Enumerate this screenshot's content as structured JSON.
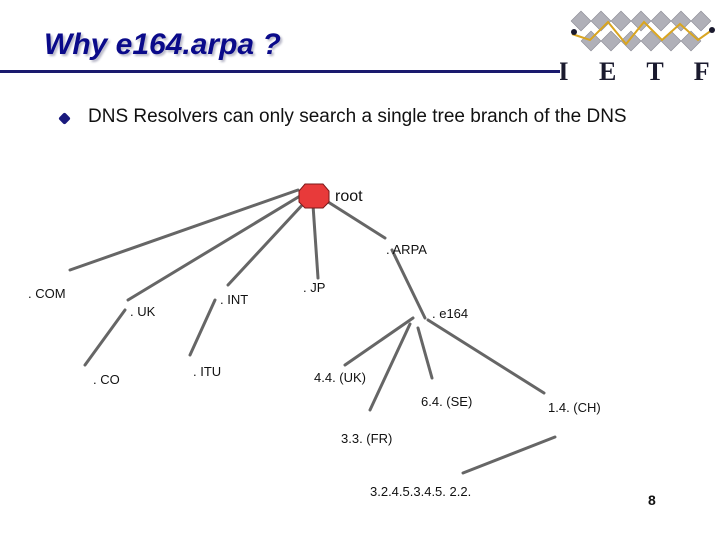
{
  "slide": {
    "title": "Why e164.arpa ?",
    "bullet": "DNS Resolvers can only search a single tree branch of the DNS",
    "page_number": "8"
  },
  "logo": {
    "text": "I E T F",
    "colors": {
      "text": "#1a1a2e",
      "tiles": "#b0b0b8",
      "line": "#d9a520"
    }
  },
  "tree": {
    "root": "root",
    "arpa": ". ARPA",
    "com": ". COM",
    "uk": ". UK",
    "int": ". INT",
    "jp": ". JP",
    "e164": ". e164",
    "co": ". CO",
    "itu": ". ITU",
    "n44": "4.4. (UK)",
    "n64": "6.4. (SE)",
    "n14": "1.4. (CH)",
    "n33": "3.3. (FR)",
    "full": "3.2.4.5.3.4.5. 2.2."
  },
  "colors": {
    "root_node": "#e83a3a",
    "title": "#0a0a8a",
    "rule": "#1a1a6e"
  }
}
